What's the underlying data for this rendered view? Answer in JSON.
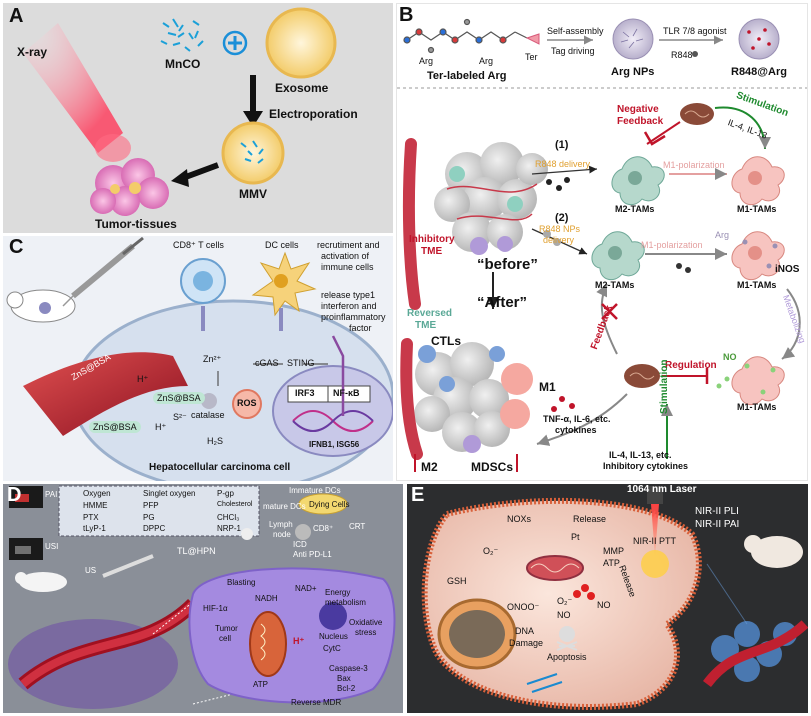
{
  "panels": {
    "a": {
      "label": "A",
      "xray": "X-ray",
      "mnco": "MnCO",
      "exosome": "Exosome",
      "electroporation": "Electroporation",
      "mmv": "MMV",
      "tumor": "Tumor-tissues"
    },
    "b": {
      "label": "B",
      "arg1": "Arg",
      "arg2": "Arg",
      "ter1": "Ter",
      "ter_labeled": "Ter-labeled Arg",
      "self_assembly": "Self-assembly",
      "tag_driving": "Tag driving",
      "arg_nps": "Arg NPs",
      "tlr": "TLR 7/8 agonist",
      "r848": "R848",
      "r848_arg": "R848@Arg",
      "negative_feedback1": "Negative",
      "negative_feedback2": "Feedback",
      "stimulation_top": "Stimulation",
      "il4_top": "IL-4, IL-13",
      "num1": "(1)",
      "num2": "(2)",
      "r848_delivery": "R848 delivery",
      "r848_nps_delivery1": "R848 NPs",
      "r848_nps_delivery2": "delivery",
      "m2_tams_1": "M2-TAMs",
      "m1_pol_1": "M1-polarization",
      "m1_tams_1": "M1-TAMs",
      "m2_tams_2": "M2-TAMs",
      "m1_pol_2": "M1-polarization",
      "arg3": "Arg",
      "m1_tams_2": "M1-TAMs",
      "inos": "iNOS",
      "inhibitory_tme1": "Inhibitory",
      "inhibitory_tme2": "TME",
      "before": "“before”",
      "after": "“After”",
      "reversed1": "Reversed",
      "reversed2": "TME",
      "ctls": "CTLs",
      "m1": "M1",
      "m2": "M2",
      "mdscs": "MDSCs",
      "feedback": "Feedback",
      "metabolizing": "Metabolizing",
      "no": "NO",
      "regulation": "Regulation",
      "m1_tams_3": "M1-TAMs",
      "tnf": "TNF-α, IL-6, etc.",
      "cytokines": "cytokines",
      "stimulation_bot": "Stimulation",
      "il4_bot": "IL-4, IL-13, etc.",
      "inhibitory_cytokines": "Inhibitory cytokines"
    },
    "c": {
      "label": "C",
      "cd8": "CD8⁺ T cells",
      "dc": "DC cells",
      "recruit1": "recrutiment and",
      "recruit2": "activation of",
      "recruit3": "immune cells",
      "release1": "release type1",
      "release2": "interferon and",
      "release3": "proinflammatory",
      "release4": "factor",
      "zns1": "ZnS@BSA",
      "zns2": "ZnS@BSA",
      "zns3": "ZnS@BSA",
      "h1": "H⁺",
      "h2": "H⁺",
      "s2": "S²⁻",
      "zn": "Zn²⁺",
      "cgas": "cGAS",
      "sting": "STING",
      "catalase": "catalase",
      "ros": "ROS",
      "h2s": "H₂S",
      "irf3": "IRF3",
      "nfkb": "NF-κB",
      "ifnb": "IFNB1, ISG56",
      "hcc": "Hepatocellular carcinoma cell"
    },
    "d": {
      "label": "D",
      "pai": "PAI",
      "usi": "USI",
      "us": "US",
      "tl_hpn": "TL@HPN",
      "legend": [
        "Oxygen",
        "Singlet oxygen",
        "P-gp",
        "HMME",
        "PFP",
        "Cholesterol",
        "PTX",
        "PG",
        "CHCl₃",
        "tLyP-1",
        "DPPC",
        "NRP-1"
      ],
      "immature": "Immature DCs",
      "mature": "mature DCs",
      "dying": "Dying Cells",
      "lymph1": "Lymph",
      "lymph2": "node",
      "cd8": "CD8⁺",
      "icd": "ICD",
      "crt": "CRT",
      "anti_pd": "Anti PD-L1",
      "blasting": "Blasting",
      "nad": "NAD+",
      "nadh": "NADH",
      "energy1": "Energy",
      "energy2": "metabolism",
      "hif": "HIF-1α",
      "tumor1": "Tumor",
      "tumor2": "cell",
      "nucleus": "Nucleus",
      "oxidative1": "Oxidative",
      "oxidative2": "stress",
      "hplus": "H⁺",
      "cytc": "CytC",
      "atp": "ATP",
      "caspase": "Caspase-3",
      "bax": "Bax",
      "bcl": "Bcl-2",
      "reverse": "Reverse MDR"
    },
    "e": {
      "label": "E",
      "laser": "1064 nm Laser",
      "pli": "NIR-II PLI",
      "pai": "NIR-II PAI",
      "noxs": "NOXs",
      "release1": "Release",
      "release2": "Release",
      "pt": "Pt",
      "nir_ptt": "NIR-II PTT",
      "o2": "O₂⁻",
      "mmp": "MMP",
      "atp": "ATP",
      "gsh": "GSH",
      "onoo": "ONOO⁻",
      "o2b": "O₂⁻",
      "no": "NO",
      "no2": "NO",
      "dna1": "DNA",
      "dna2": "Damage",
      "apoptosis": "Apoptosis"
    }
  },
  "colors": {
    "panel_a_bg": "#dcdcdc",
    "inhibitory_red": "#c0142a",
    "reversed_teal": "#5aa896",
    "delivery_orange": "#e0a030",
    "polarization_pink": "#e4a0a0",
    "stimulation_green": "#1e8a2e",
    "panel_d_bg": "#8a8f98",
    "panel_e_bg": "#2c2d2f"
  }
}
